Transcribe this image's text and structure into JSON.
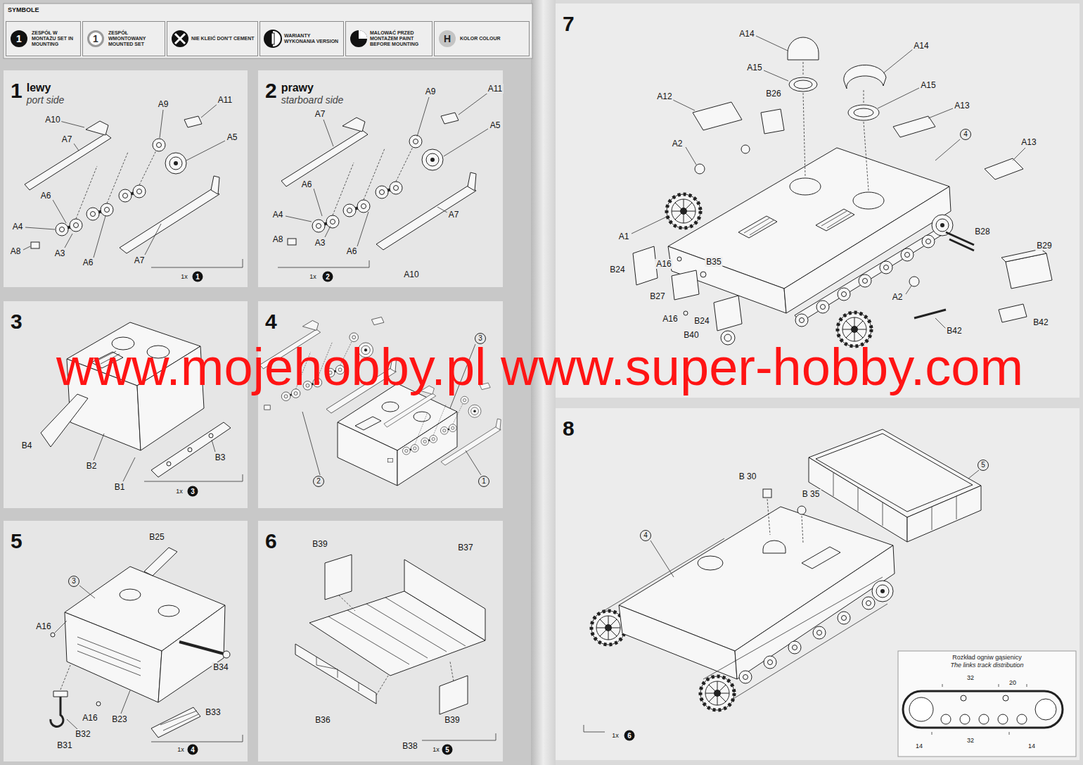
{
  "diagram": {
    "nodes": [
      {
        "text": [
          "SYMBOLE"
        ]
      },
      {
        "text": [
          "1",
          "ZESPÓŁ W MONTAŻU SET IN MOUNTING"
        ],
        "in": 0
      },
      {
        "text": [
          "1",
          "ZESPÓŁ WMONTOWANY MOUNTED SET"
        ],
        "in": 0
      },
      {
        "text": [
          "NIE KLEIĆ DON'T CEMENT"
        ],
        "in": 0
      },
      {
        "text": [
          "WARIANTY WYKONANIA VERSION"
        ],
        "in": 0
      },
      {
        "text": [
          "MALOWAĆ PRZED MONTAŻEM PAINT BEFORE MOUNTING"
        ],
        "in": 0
      },
      {
        "text": [
          "H",
          "KOLOR COLOUR"
        ],
        "in": 0
      },
      {
        "text": [
          "1",
          "lewy",
          "port side"
        ]
      },
      {
        "text": [
          "2",
          "prawy",
          "starboard side"
        ]
      },
      {
        "text": [
          "3"
        ]
      },
      {
        "text": [
          "4"
        ]
      },
      {
        "text": [
          "5"
        ]
      },
      {
        "text": [
          "6"
        ]
      },
      {
        "text": [
          "7"
        ]
      },
      {
        "text": [
          "8"
        ]
      },
      {
        "text": [
          "Rozkład ogniw gąsienicy",
          "The links track distribution"
        ],
        "in": 14
      }
    ],
    "labels": [
      "A10",
      "A7",
      "A9",
      "A11",
      "A5",
      "A6",
      "A4",
      "A8",
      "A3",
      "A6",
      "A7",
      "1x",
      "1",
      "A7",
      "A9",
      "A11",
      "A5",
      "A6",
      "A4",
      "A8",
      "A3",
      "A6",
      "A7",
      "A10",
      "1x",
      "2",
      "B4",
      "B2",
      "B1",
      "B3",
      "1x",
      "3",
      "3",
      "2",
      "1",
      "B25",
      "3",
      "A16",
      "B34",
      "A16",
      "B23",
      "B33",
      "B32",
      "B31",
      "1x",
      "4",
      "B39",
      "B37",
      "B36",
      "B38",
      "B39",
      "1x",
      "5",
      "A14",
      "A14",
      "A15",
      "A15",
      "B26",
      "A13",
      "A12",
      "4",
      "A13",
      "A2",
      "A1",
      "B28",
      "B29",
      "B24",
      "A16",
      "B35",
      "B27",
      "A2",
      "A16",
      "B24",
      "B42",
      "B42",
      "B40",
      "B 30",
      "B 35",
      "5",
      "4",
      "1x",
      "6",
      "32",
      "20",
      "14",
      "32",
      "14",
      "www.mojehobby.pl www.super-hobby.com"
    ]
  }
}
